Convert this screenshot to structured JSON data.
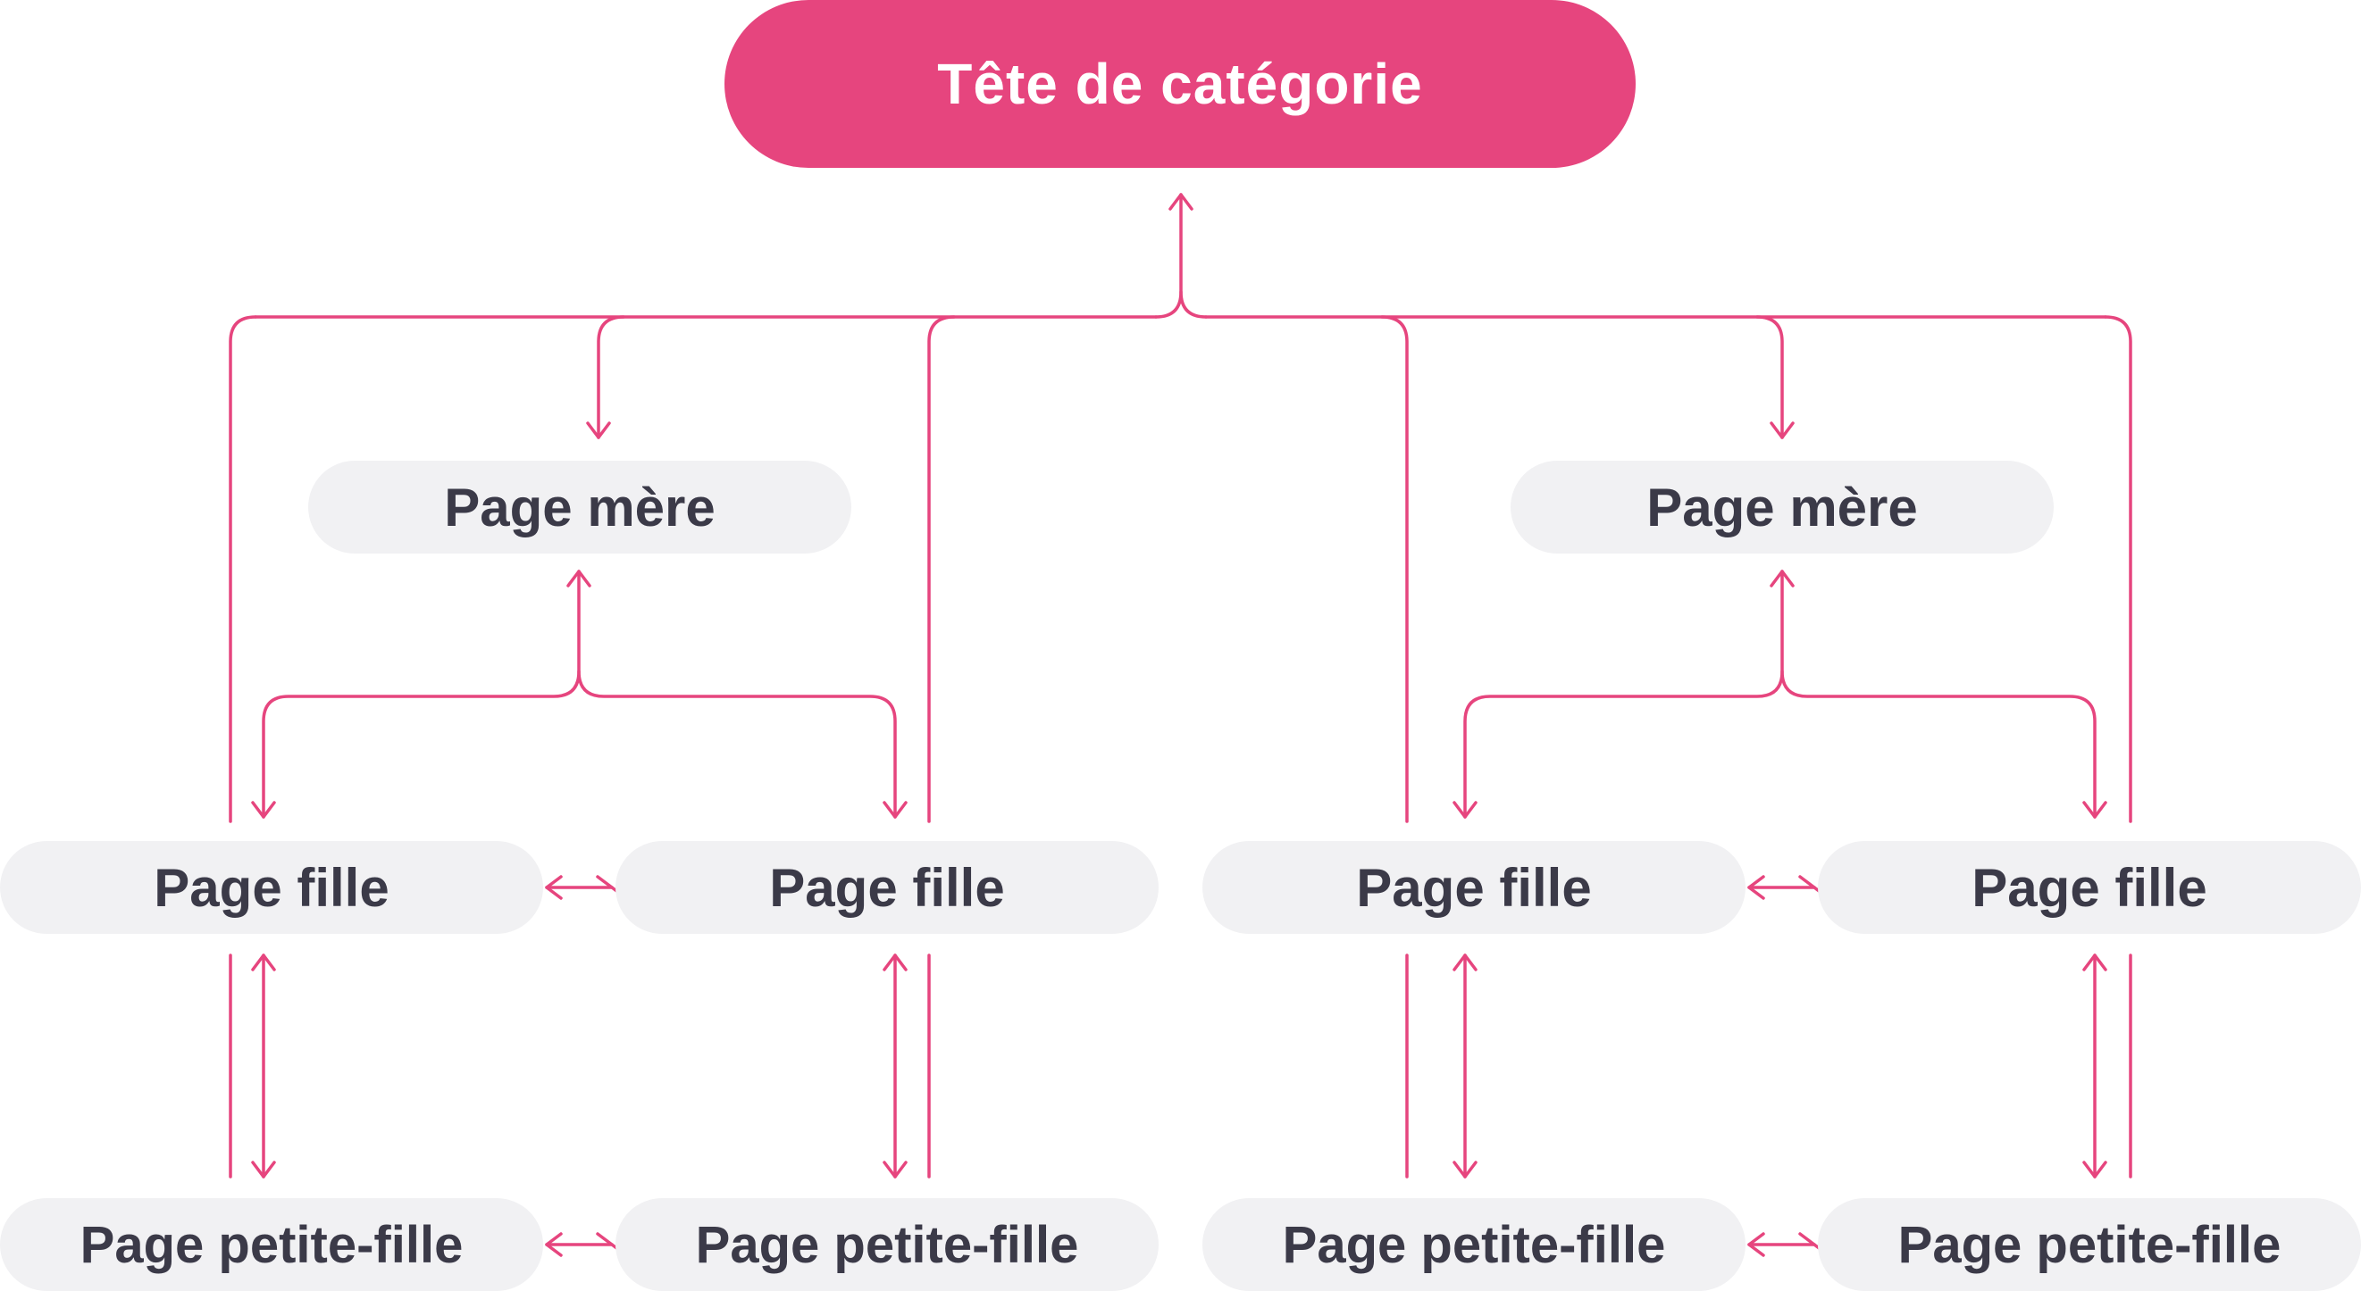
{
  "diagram": {
    "colors": {
      "accent": "#e6457e",
      "node_bg": "#f1f1f3",
      "node_text": "#3b3a48",
      "root_text": "#ffffff",
      "connector": "#e6457e"
    },
    "root": {
      "label": "Tête de catégorie"
    },
    "parents": [
      {
        "label": "Page mère"
      },
      {
        "label": "Page mère"
      }
    ],
    "children": [
      {
        "label": "Page fille"
      },
      {
        "label": "Page fille"
      },
      {
        "label": "Page fille"
      },
      {
        "label": "Page fille"
      }
    ],
    "grandchildren": [
      {
        "label": "Page petite-fille"
      },
      {
        "label": "Page petite-fille"
      },
      {
        "label": "Page petite-fille"
      },
      {
        "label": "Page petite-fille"
      }
    ]
  }
}
